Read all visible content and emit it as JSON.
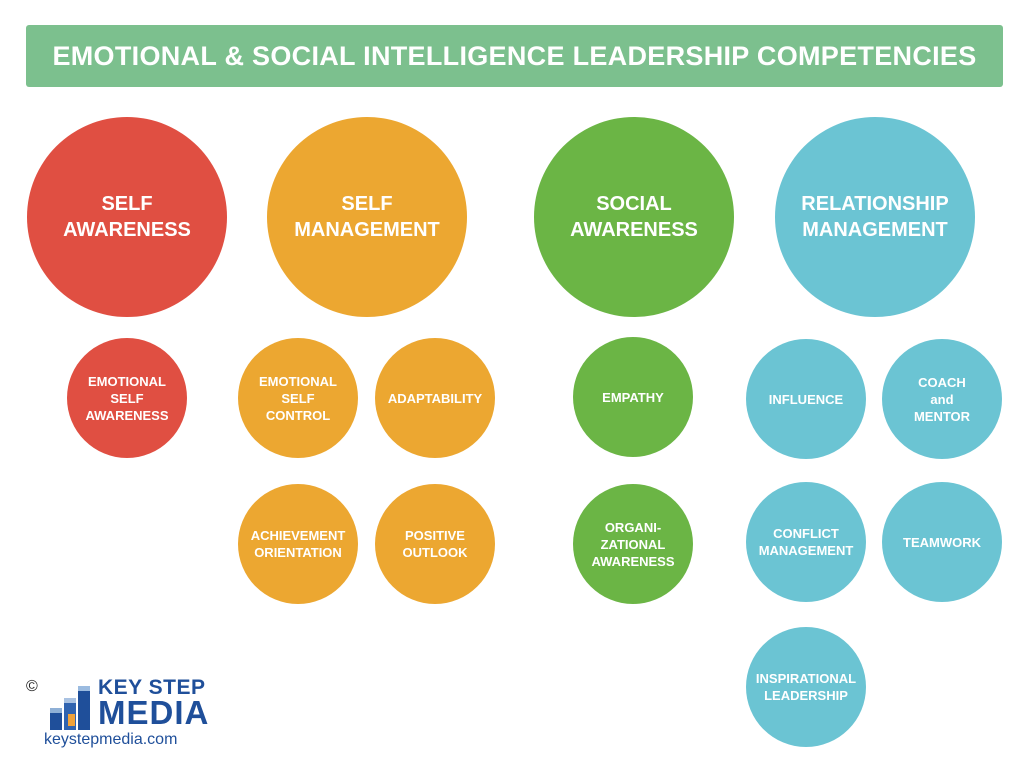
{
  "title": "EMOTIONAL & SOCIAL INTELLIGENCE LEADERSHIP COMPETENCIES",
  "colors": {
    "banner": "#7cc08e",
    "self_awareness": "#e04f42",
    "self_management": "#eca731",
    "social_awareness": "#6bb545",
    "relationship_management": "#6bc4d3"
  },
  "domains": [
    {
      "lines": [
        "SELF",
        "AWARENESS"
      ],
      "competencies": [
        {
          "lines": [
            "EMOTIONAL",
            "SELF",
            "AWARENESS"
          ]
        }
      ]
    },
    {
      "lines": [
        "SELF",
        "MANAGEMENT"
      ],
      "competencies": [
        {
          "lines": [
            "EMOTIONAL",
            "SELF",
            "CONTROL"
          ]
        },
        {
          "lines": [
            "ADAPTABILITY"
          ]
        },
        {
          "lines": [
            "ACHIEVEMENT",
            "ORIENTATION"
          ]
        },
        {
          "lines": [
            "POSITIVE",
            "OUTLOOK"
          ]
        }
      ]
    },
    {
      "lines": [
        "SOCIAL",
        "AWARENESS"
      ],
      "competencies": [
        {
          "lines": [
            "EMPATHY"
          ]
        },
        {
          "lines": [
            "ORGANI-",
            "ZATIONAL",
            "AWARENESS"
          ]
        }
      ]
    },
    {
      "lines": [
        "RELATIONSHIP",
        "MANAGEMENT"
      ],
      "competencies": [
        {
          "lines": [
            "INFLUENCE"
          ]
        },
        {
          "lines": [
            "COACH",
            "and",
            "MENTOR"
          ]
        },
        {
          "lines": [
            "CONFLICT",
            "MANAGEMENT"
          ]
        },
        {
          "lines": [
            "TEAMWORK"
          ]
        },
        {
          "lines": [
            "INSPIRATIONAL",
            "LEADERSHIP"
          ]
        }
      ]
    }
  ],
  "logo": {
    "copyright": "©",
    "line1": "KEY STEP",
    "line2": "MEDIA",
    "url": "keystepmedia.com"
  }
}
